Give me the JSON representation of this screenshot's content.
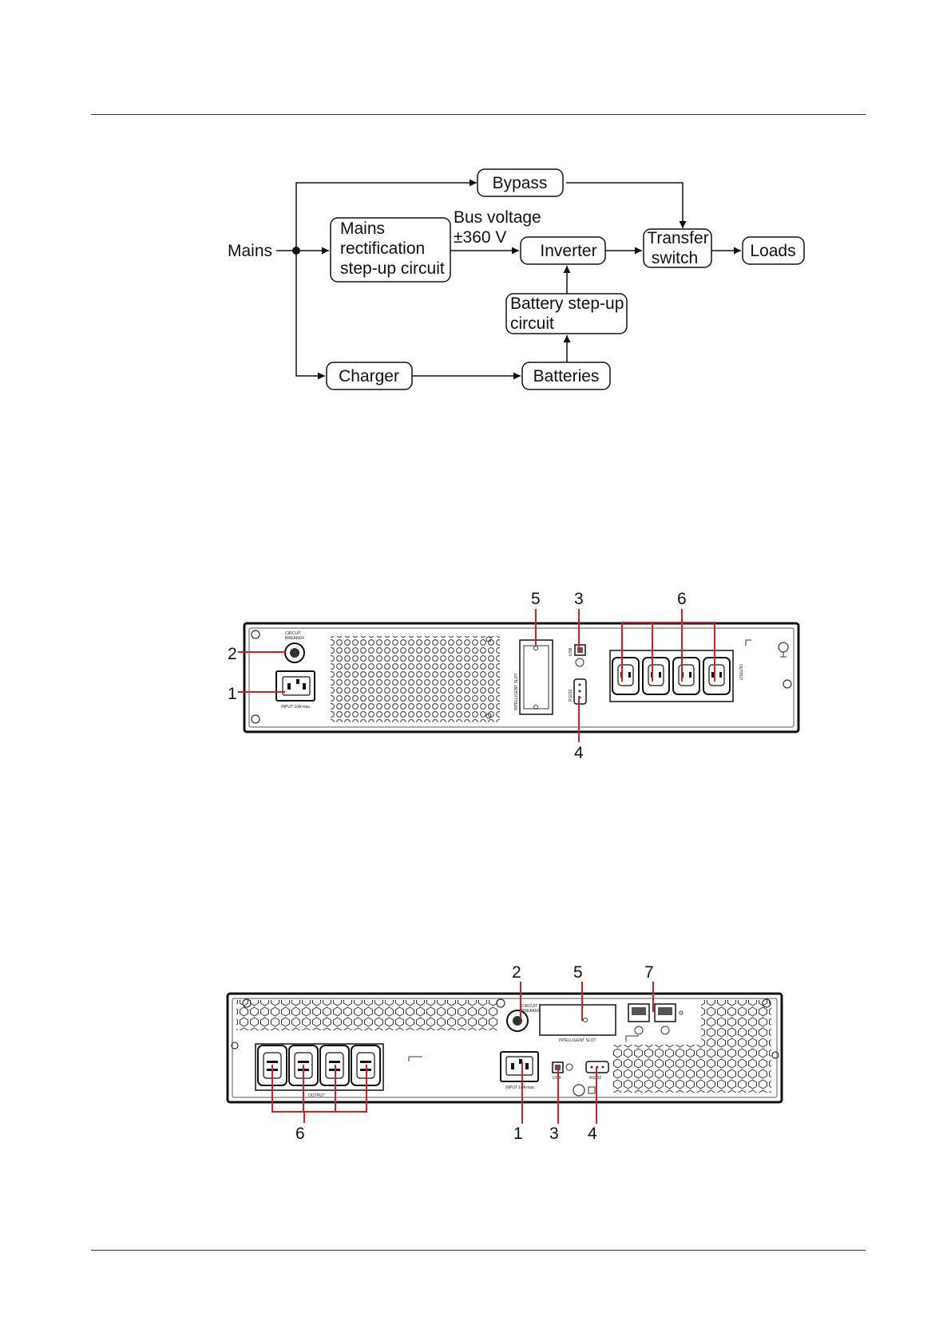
{
  "block_diagram": {
    "nodes": {
      "mains": "Mains",
      "bypass": "Bypass",
      "rect1": "Mains",
      "rect2": "rectification",
      "rect3": "step-up circuit",
      "inverter": "Inverter",
      "transfer1": "Transfer",
      "transfer2": "switch",
      "loads": "Loads",
      "battstep1": "Battery step-up",
      "battstep2": "circuit",
      "charger": "Charger",
      "batteries": "Batteries"
    },
    "bus_voltage_line1": "Bus voltage",
    "bus_voltage_line2": "±360 V"
  },
  "tower_rear_panel": {
    "callouts": [
      "1",
      "2",
      "3",
      "4",
      "5",
      "6"
    ],
    "labels": {
      "circuit_breaker_1": "CIRCUIT",
      "circuit_breaker_2": "BREAKER",
      "input": "INPUT 10A max.",
      "intelligent_slot": "INTELLIGENT SLOT",
      "usb": "USB",
      "rs232": "RS232",
      "output": "OUTPUT"
    }
  },
  "rack_rear_panel": {
    "callouts": [
      "1",
      "2",
      "3",
      "4",
      "5",
      "6",
      "7"
    ],
    "labels": {
      "circuit_breaker_1": "CIRCUIT",
      "circuit_breaker_2": "BREAKER",
      "input": "INPUT 10A max.",
      "intelligent_slot": "INTELLIGENT SLOT",
      "usb": "USB",
      "rs232": "RS232",
      "output": "OUTPUT"
    }
  },
  "colors": {
    "callout_line": "#d42020",
    "line": "#111111"
  }
}
